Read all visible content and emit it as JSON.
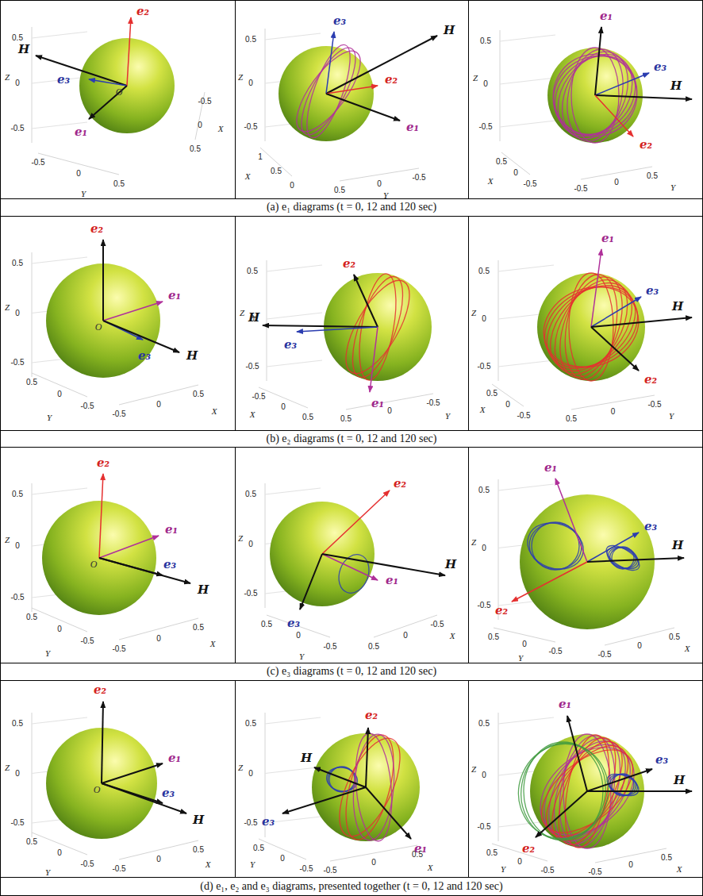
{
  "diagram": {
    "labels": [
      "H",
      "e₃",
      "e₂",
      "e₁",
      "O",
      "0.5",
      "0",
      "-0.5",
      "Z",
      "-0.5",
      "0",
      "0.5",
      "Y",
      "-0.5",
      "0",
      "0.5",
      "X",
      "H",
      "e₃",
      "e₂",
      "e₁",
      "0.5",
      "0",
      "-0.5",
      "Z",
      "1",
      "0.5",
      "0",
      "X",
      "0.5",
      "0",
      "-0.5",
      "Y",
      "e₁",
      "e₃",
      "H",
      "e₂",
      "0.5",
      "0",
      "-0.5",
      "Z",
      "0.5",
      "0",
      "-0.5",
      "X",
      "-0.5",
      "0",
      "0.5",
      "Y",
      "(a) e₁ diagrams (t = 0, 12 and 120 sec)",
      "e₂",
      "e₁",
      "O",
      "e₃",
      "H",
      "0.5",
      "0",
      "-0.5",
      "Z",
      "0.5",
      "0",
      "-0.5",
      "Y",
      "-0.5",
      "0",
      "0.5",
      "X",
      "e₂",
      "H",
      "e₃",
      "e₁",
      "0.5",
      "0",
      "-0.5",
      "Z",
      "-0.5",
      "0",
      "0.5",
      "X",
      "0.5",
      "0",
      "-0.5",
      "Y",
      "e₁",
      "e₃",
      "H",
      "e₂",
      "0.5",
      "0",
      "-0.5",
      "Z",
      "0.5",
      "0",
      "-0.5",
      "X",
      "0.5",
      "0",
      "-0.5",
      "Y",
      "(b) e₂ diagrams (t = 0, 12 and 120 sec)",
      "e₂",
      "e₁",
      "O",
      "e₃",
      "H",
      "0.5",
      "0",
      "-0.5",
      "Z",
      "0.5",
      "0",
      "-0.5",
      "Y",
      "-0.5",
      "0",
      "0.5",
      "X",
      "e₂",
      "e₁",
      "H",
      "e₃",
      "0.5",
      "0",
      "-0.5",
      "Z",
      "0.5",
      "0",
      "-0.5",
      "Y",
      "0.5",
      "0",
      "-0.5",
      "X",
      "e₁",
      "e₃",
      "e₂",
      "H",
      "0.5",
      "0",
      "-0.5",
      "Z",
      "0.5",
      "0",
      "-0.5",
      "Y",
      "-0.5",
      "0",
      "0.5",
      "X",
      "(c) e₃ diagrams (t = 0, 12 and 120 sec)",
      "e₂",
      "e₁",
      "O",
      "e₃",
      "H",
      "0.5",
      "0",
      "-0.5",
      "Z",
      "0.5",
      "0",
      "-0.5",
      "Y",
      "-0.5",
      "0",
      "0.5",
      "X",
      "e₂",
      "H",
      "e₃",
      "e₁",
      "0.5",
      "0",
      "-0.5",
      "Z",
      "0.5",
      "0",
      "-0.5",
      "Y",
      "-0.5",
      "0",
      "0.5",
      "X",
      "e₁",
      "e₃",
      "H",
      "e₂",
      "0.5",
      "0",
      "-0.5",
      "Z",
      "0.5",
      "0",
      "-0.5",
      "Y",
      "-0.5",
      "0",
      "0.5",
      "X",
      "(d) e₁, e₂ and e₃ diagrams, presented together (t = 0, 12 and 120 sec)"
    ]
  }
}
